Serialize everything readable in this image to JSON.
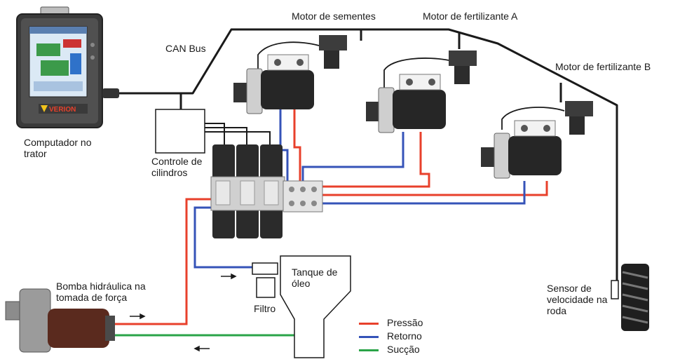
{
  "labels": {
    "motor_sementes": "Motor de sementes",
    "motor_fert_a": "Motor de fertilizante A",
    "motor_fert_b": "Motor de fertilizante B",
    "can_bus": "CAN Bus",
    "computador": "Computador no trator",
    "controle": "Controle de cilindros",
    "bomba": "Bomba hidráulica na tomada de força",
    "tanque": "Tanque de óleo",
    "filtro": "Filtro",
    "sensor": "Sensor de velocidade na roda",
    "brand": "VERION"
  },
  "legend": [
    {
      "label": "Pressão",
      "color": "#e8402b"
    },
    {
      "label": "Retorno",
      "color": "#3553b8"
    },
    {
      "label": "Sucção",
      "color": "#2aa448"
    }
  ],
  "colors": {
    "pressure": "#e8402b",
    "return": "#3553b8",
    "suction": "#2aa448",
    "cable": "#1a1a1a"
  },
  "icons": [
    "tractor-computer-icon",
    "hydraulic-motor-icon",
    "solenoid-valve-icon",
    "hydraulic-pump-icon",
    "wheel-tire-icon",
    "flow-arrow-icon"
  ]
}
